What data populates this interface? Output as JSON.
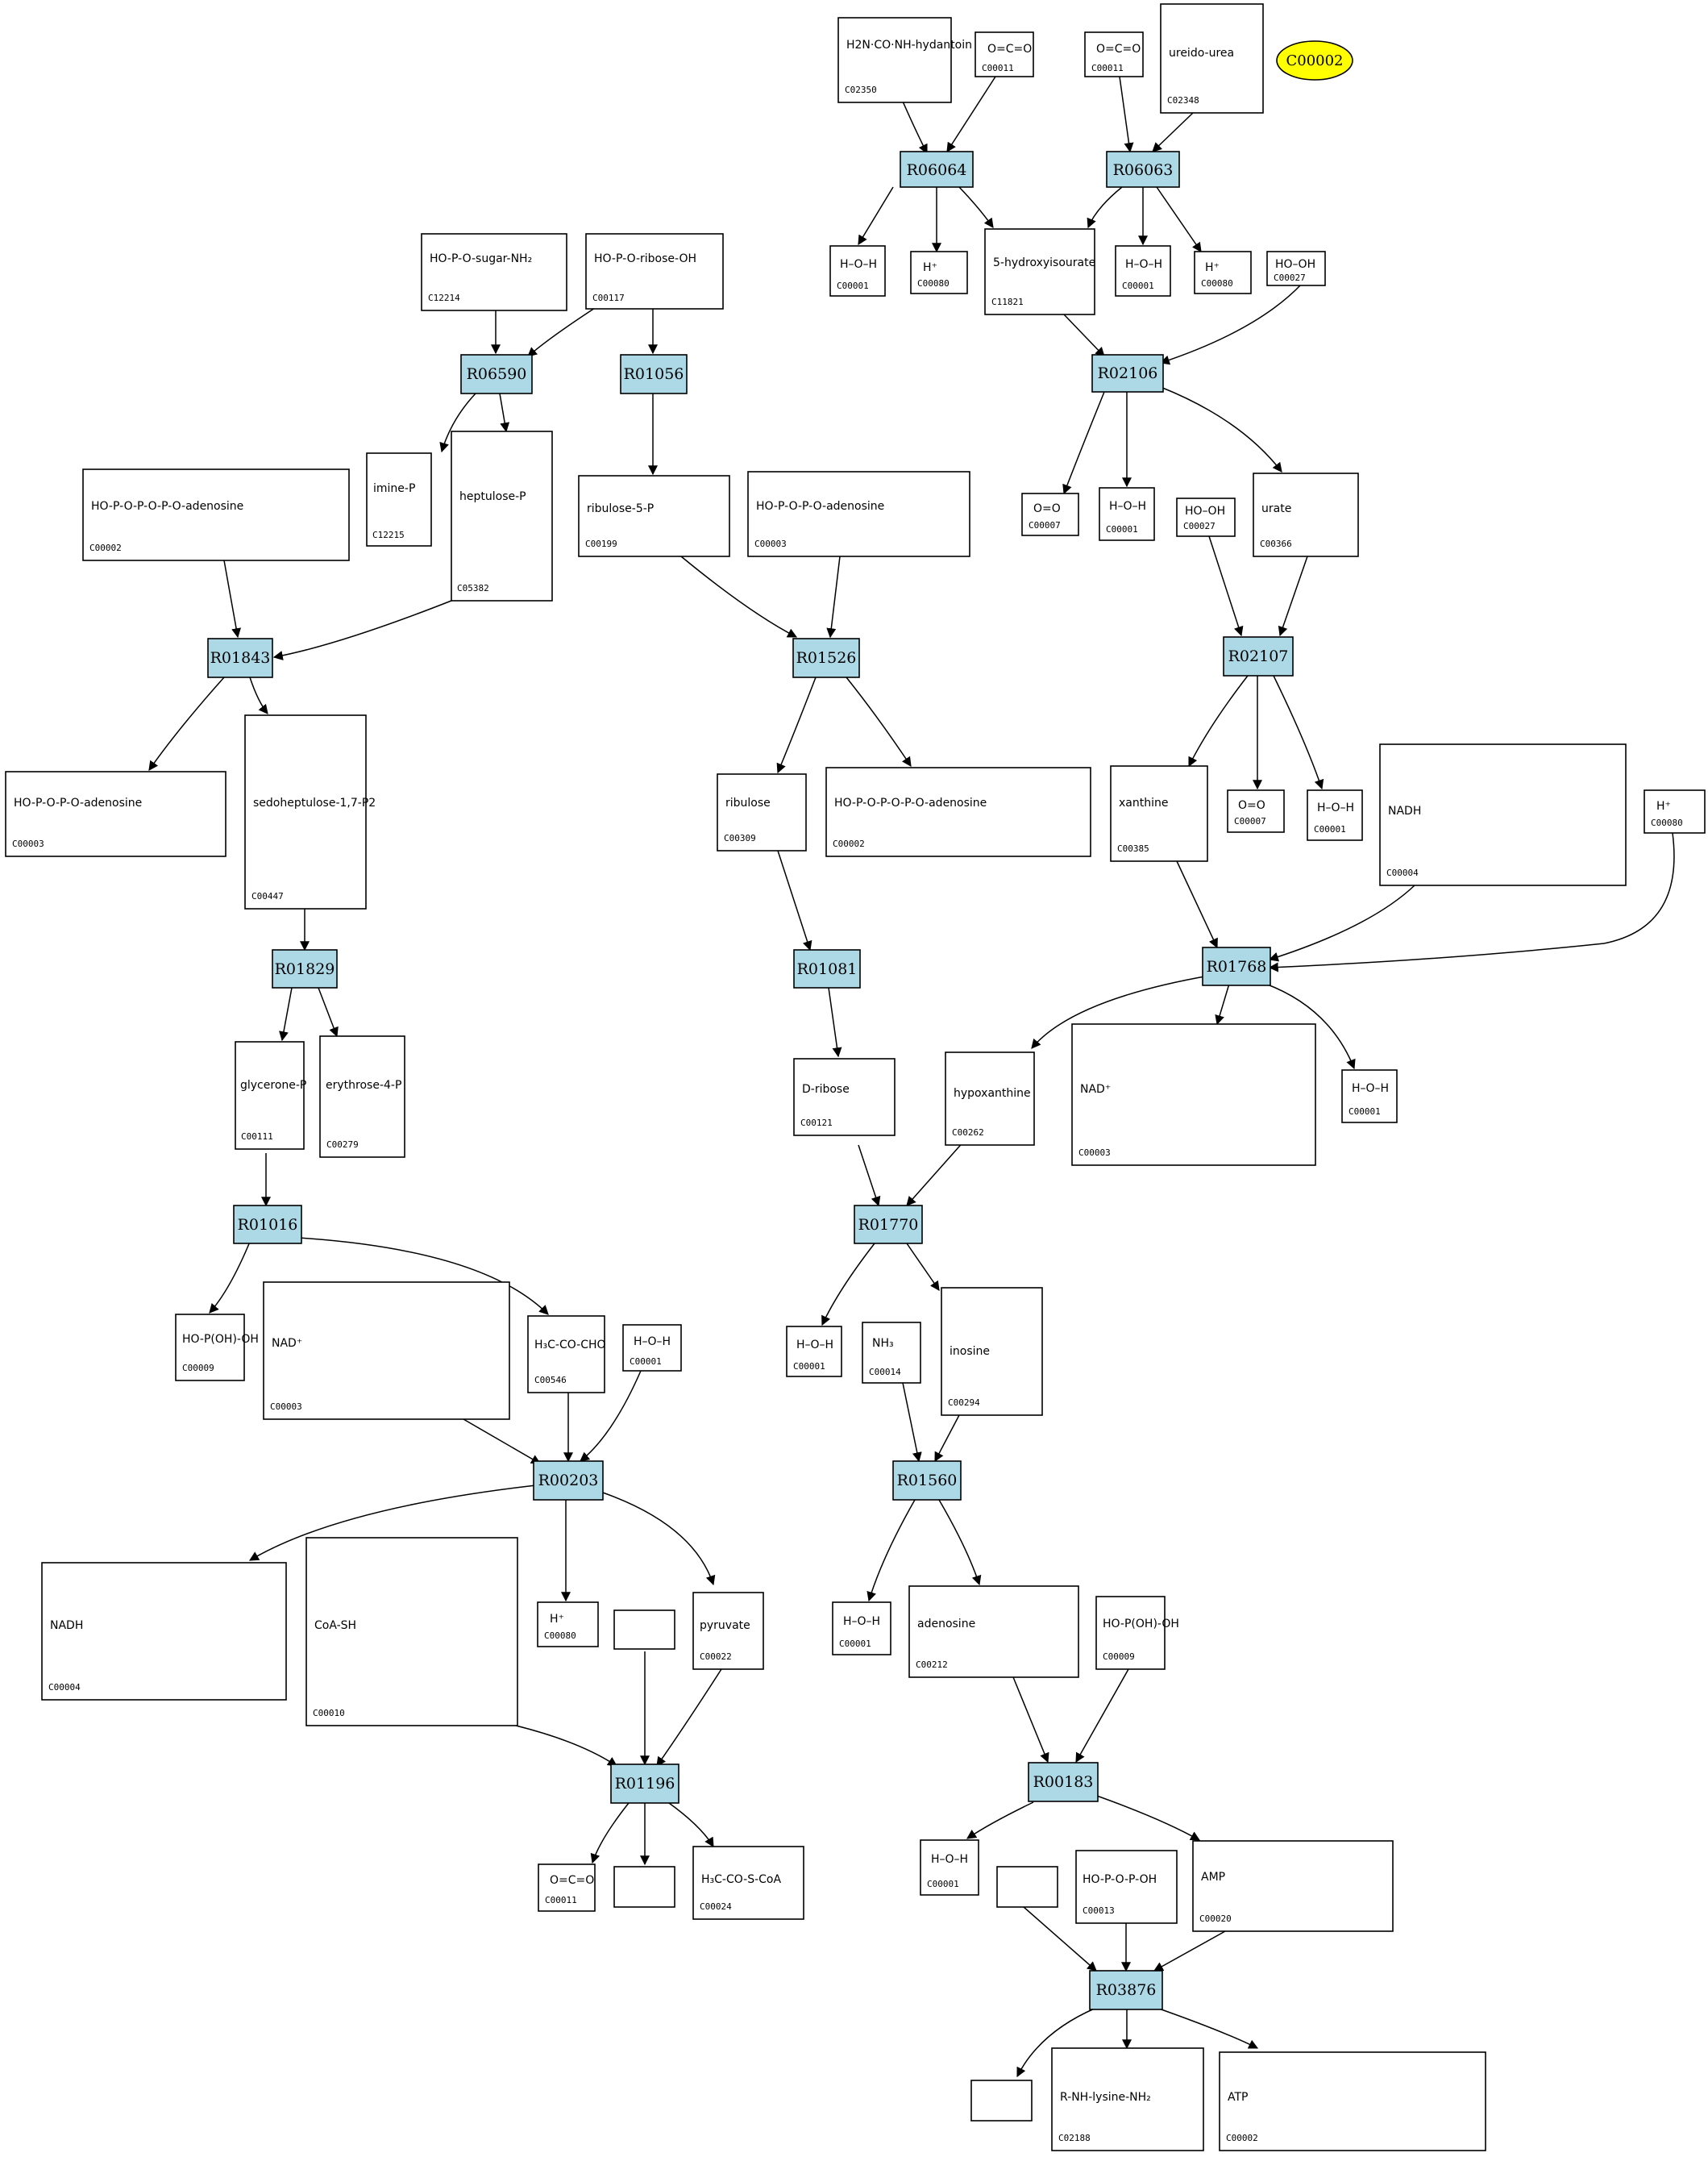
{
  "highlight": {
    "label": "C00002"
  },
  "reactions": [
    "R06064",
    "R06063",
    "R06590",
    "R01056",
    "R02106",
    "R01843",
    "R01526",
    "R02107",
    "R01829",
    "R01081",
    "R01768",
    "R01016",
    "R01770",
    "R00203",
    "R01560",
    "R01196",
    "R00183",
    "R03876"
  ],
  "compounds": {
    "c02350": {
      "id": "C02350",
      "formula": "H2N·CO·NH-hydantoin"
    },
    "c00011a": {
      "id": "C00011",
      "formula": "O=C=O"
    },
    "c00011b": {
      "id": "C00011",
      "formula": "O=C=O"
    },
    "c02348": {
      "id": "C02348",
      "formula": "ureido-urea"
    },
    "c00001a": {
      "id": "C00001",
      "formula": "H–O–H"
    },
    "c00080a": {
      "id": "C00080",
      "formula": "H⁺"
    },
    "c11821": {
      "id": "C11821",
      "formula": "5-hydroxyisourate"
    },
    "c00001b": {
      "id": "C00001",
      "formula": "H–O–H"
    },
    "c00080b": {
      "id": "C00080",
      "formula": "H⁺"
    },
    "c00027a": {
      "id": "C00027",
      "formula": "HO–OH"
    },
    "c12214": {
      "id": "C12214",
      "formula": "HO-P-O-sugar-NH₂"
    },
    "c00117": {
      "id": "C00117",
      "formula": "HO-P-O-ribose-OH"
    },
    "c12215": {
      "id": "C12215",
      "formula": "imine-P"
    },
    "c05382": {
      "id": "C05382",
      "formula": "heptulose-P"
    },
    "c00002a": {
      "id": "C00002",
      "formula": "HO-P-O-P-O-P-O-adenosine"
    },
    "c00199": {
      "id": "C00199",
      "formula": "ribulose-5-P"
    },
    "c00003a": {
      "id": "C00003",
      "formula": "HO-P-O-P-O-adenosine"
    },
    "c00007a": {
      "id": "C00007",
      "formula": "O=O"
    },
    "c00001c": {
      "id": "C00001",
      "formula": "H–O–H"
    },
    "c00027b": {
      "id": "C00027",
      "formula": "HO–OH"
    },
    "c00366": {
      "id": "C00366",
      "formula": "urate"
    },
    "c00003b": {
      "id": "C00003",
      "formula": "HO-P-O-P-O-adenosine"
    },
    "c00447": {
      "id": "C00447",
      "formula": "sedoheptulose-1,7-P2"
    },
    "c00309": {
      "id": "C00309",
      "formula": "ribulose"
    },
    "c00002b": {
      "id": "C00002",
      "formula": "HO-P-O-P-O-P-O-adenosine"
    },
    "c00385": {
      "id": "C00385",
      "formula": "xanthine"
    },
    "c00007b": {
      "id": "C00007",
      "formula": "O=O"
    },
    "c00001d": {
      "id": "C00001",
      "formula": "H–O–H"
    },
    "c00004a": {
      "id": "C00004",
      "formula": "NADH"
    },
    "c00080c": {
      "id": "C00080",
      "formula": "H⁺"
    },
    "c00111": {
      "id": "C00111",
      "formula": "glycerone-P"
    },
    "c00279": {
      "id": "C00279",
      "formula": "erythrose-4-P"
    },
    "c00121": {
      "id": "C00121",
      "formula": "D-ribose"
    },
    "c00262": {
      "id": "C00262",
      "formula": "hypoxanthine"
    },
    "c00003c": {
      "id": "C00003",
      "formula": "NAD⁺"
    },
    "c00001e": {
      "id": "C00001",
      "formula": "H–O–H"
    },
    "c00009a": {
      "id": "C00009",
      "formula": "HO-P(OH)-OH"
    },
    "c00003d": {
      "id": "C00003",
      "formula": "NAD⁺"
    },
    "c00546": {
      "id": "C00546",
      "formula": "H₃C-CO-CHO"
    },
    "c00001f": {
      "id": "C00001",
      "formula": "H–O–H"
    },
    "c00001g": {
      "id": "C00001",
      "formula": "H–O–H"
    },
    "c00014": {
      "id": "C00014",
      "formula": "NH₃"
    },
    "c00294": {
      "id": "C00294",
      "formula": "inosine"
    },
    "c00004b": {
      "id": "C00004",
      "formula": "NADH"
    },
    "c00010": {
      "id": "C00010",
      "formula": "CoA-SH"
    },
    "c00080d": {
      "id": "C00080",
      "formula": "H⁺"
    },
    "c00022": {
      "id": "C00022",
      "formula": "pyruvate"
    },
    "c00001h": {
      "id": "C00001",
      "formula": "H–O–H"
    },
    "c00212": {
      "id": "C00212",
      "formula": "adenosine"
    },
    "c00009b": {
      "id": "C00009",
      "formula": "HO-P(OH)-OH"
    },
    "c00011c": {
      "id": "C00011",
      "formula": "O=C=O"
    },
    "c00024": {
      "id": "C00024",
      "formula": "H₃C-CO-S-CoA"
    },
    "c00001i": {
      "id": "C00001",
      "formula": "H–O–H"
    },
    "c00013": {
      "id": "C00013",
      "formula": "HO-P-O-P-OH"
    },
    "c00020": {
      "id": "C00020",
      "formula": "AMP"
    },
    "c02188": {
      "id": "C02188",
      "formula": "R-NH-lysine-NH₂"
    },
    "c00002c": {
      "id": "C00002",
      "formula": "ATP"
    }
  }
}
